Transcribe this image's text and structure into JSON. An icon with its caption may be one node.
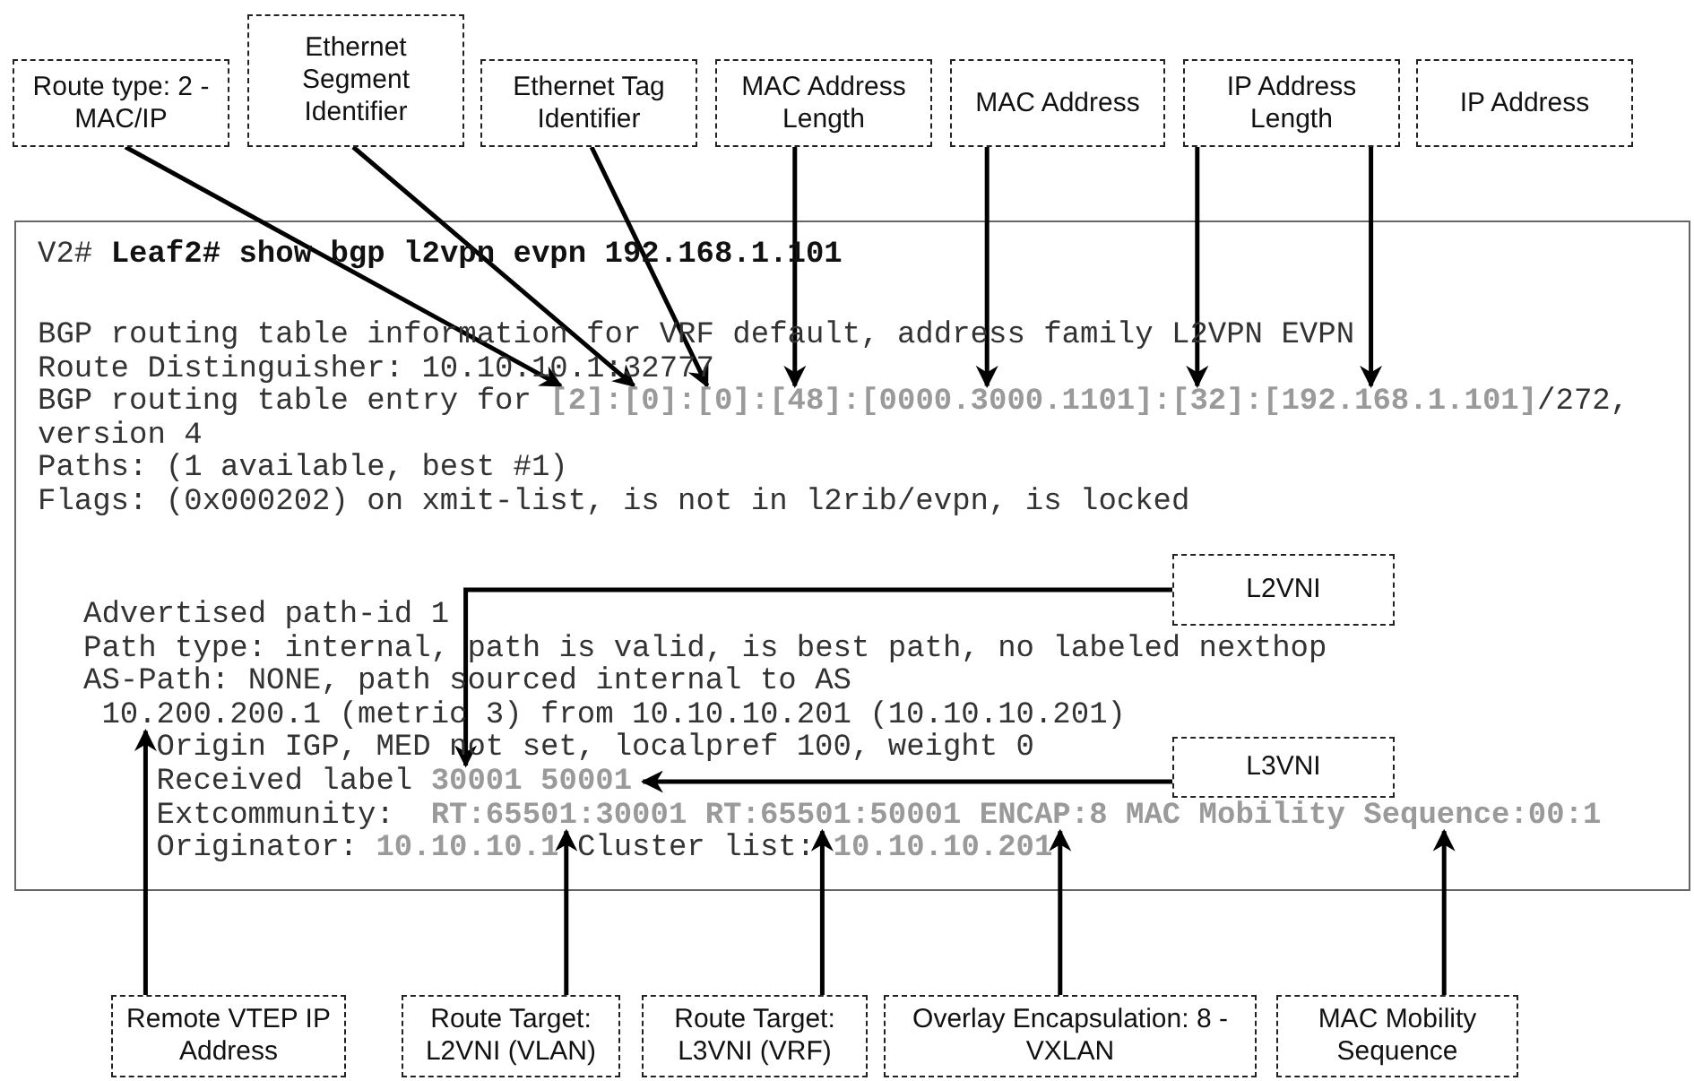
{
  "diagram": {
    "nodes": [
      {
        "text": [
          "Route type: 2 - MAC/IP"
        ]
      },
      {
        "text": [
          "Ethernet Segment Identifier"
        ]
      },
      {
        "text": [
          "Ethernet Tag Identifier"
        ]
      },
      {
        "text": [
          "MAC Address Length"
        ]
      },
      {
        "text": [
          "MAC Address"
        ]
      },
      {
        "text": [
          "IP Address Length"
        ]
      },
      {
        "text": [
          "IP Address"
        ]
      },
      {
        "text": [
          "V2# **Leaf2# show bgp l2vpn evpn 192.168.1.101**",
          "BGP routing table information for VRF default, address family L2VPN EVPN",
          "Route Distinguisher: 10.10.10.1:32777",
          "BGP routing table entry for **[2]:[0]:[0]:[48]:[0000.3000.1101]:[32]:[192.168.1.101]**/272,",
          "version 4",
          "Paths: (1 available, best #1)",
          "Flags: (0x000202) on xmit-list, is not in l2rib/evpn, is locked",
          "Advertised path-id 1",
          "Path type: internal, path is valid, is best path, no labeled nexthop",
          "AS-Path: NONE, path sourced internal to AS",
          "10.200.200.1 (metric 3) from 10.10.10.201 (10.10.10.201)",
          "Origin IGP, MED not set, localpref 100, weight 0",
          "Received label **30001 50001**",
          "Extcommunity:  **RT:65501:30001 RT:65501:50001 ENCAP:8 MAC Mobility Sequence:00:1**",
          "Originator: **10.10.10.1** Cluster list: **10.10.10.201**"
        ]
      },
      {
        "text": [
          "L2VNI"
        ],
        "in": 7
      },
      {
        "text": [
          "L3VNI"
        ],
        "in": 7
      },
      {
        "text": [
          "Remote VTEP IP Address"
        ]
      },
      {
        "text": [
          "Route Target: L2VNI (VLAN)"
        ]
      },
      {
        "text": [
          "Route Target: L3VNI (VRF)"
        ]
      },
      {
        "text": [
          "Overlay Encapsulation: 8 - VXLAN"
        ]
      },
      {
        "text": [
          "MAC Mobility Sequence"
        ]
      }
    ],
    "edges": [
      {
        "from": 0,
        "to": null,
        "arrow": "to"
      },
      {
        "from": 1,
        "to": null,
        "arrow": "to"
      },
      {
        "from": 2,
        "to": null,
        "arrow": "to"
      },
      {
        "from": 3,
        "to": null,
        "arrow": "to"
      },
      {
        "from": 4,
        "to": null,
        "arrow": "to"
      },
      {
        "from": 5,
        "to": null,
        "arrow": "to"
      },
      {
        "from": 6,
        "to": null,
        "arrow": "to"
      },
      {
        "from": 8,
        "to": null,
        "arrow": "to"
      },
      {
        "from": 9,
        "to": null,
        "arrow": "to"
      },
      {
        "from": 10,
        "to": null,
        "arrow": "to"
      },
      {
        "from": 11,
        "to": null,
        "arrow": "to"
      },
      {
        "from": 12,
        "to": null,
        "arrow": "to"
      },
      {
        "from": 13,
        "to": null,
        "arrow": "to"
      },
      {
        "from": 14,
        "to": null,
        "arrow": "to"
      }
    ]
  }
}
